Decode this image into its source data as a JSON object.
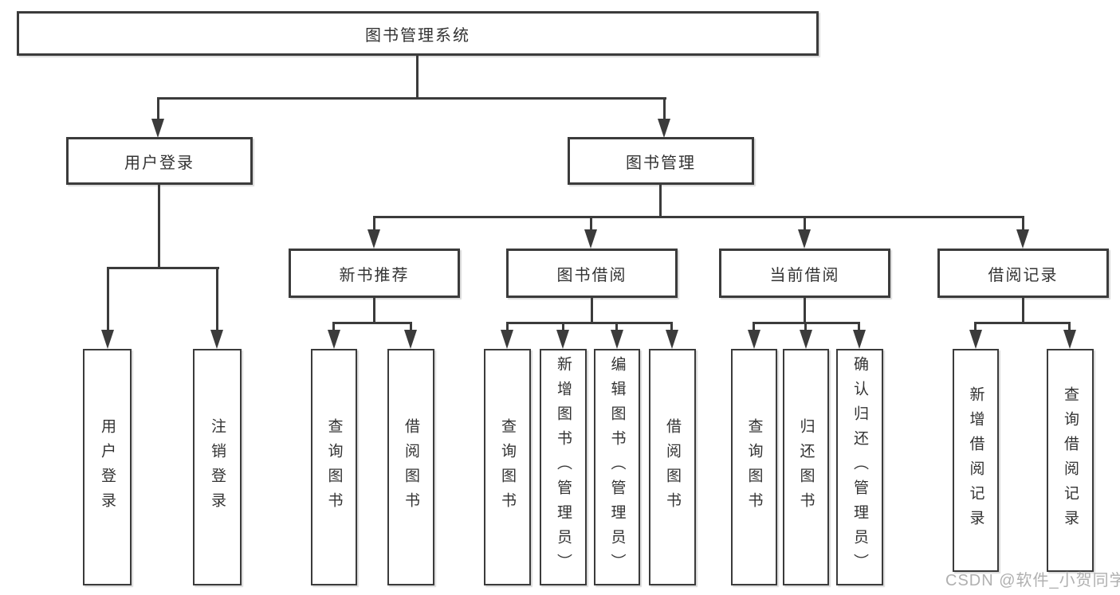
{
  "colors": {
    "line": "#3b3b3b",
    "text": "#333333",
    "background": "#ffffff",
    "watermark": "#b0b0b0"
  },
  "root": {
    "label": "图书管理系统"
  },
  "branches": {
    "user_login": {
      "label": "用户登录",
      "children": [
        "用户登录",
        "注销登录"
      ]
    },
    "book_mgmt": {
      "label": "图书管理",
      "sections": [
        {
          "label": "新书推荐",
          "children": [
            "查询图书",
            "借阅图书"
          ]
        },
        {
          "label": "图书借阅",
          "children": [
            "查询图书",
            "新增图书（管理员）",
            "编辑图书（管理员）",
            "借阅图书"
          ]
        },
        {
          "label": "当前借阅",
          "children": [
            "查询图书",
            "归还图书",
            "确认归还（管理员）"
          ]
        },
        {
          "label": "借阅记录",
          "children": [
            "新增借阅记录",
            "查询借阅记录"
          ]
        }
      ]
    }
  },
  "watermark": "CSDN @软件_小贺同学"
}
